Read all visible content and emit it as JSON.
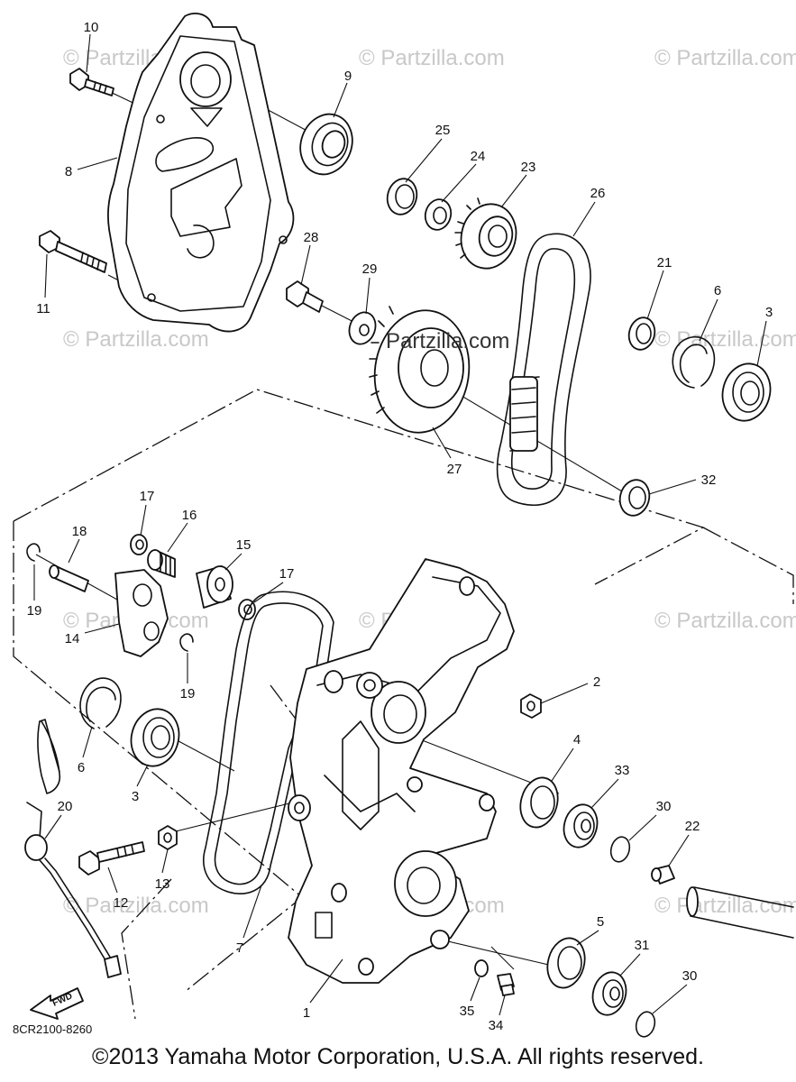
{
  "watermark": "© Partzilla.com",
  "watermark_center": "Partzilla.com",
  "diagram_code": "8CR2100-8260",
  "fwd_label": "FWD",
  "copyright": "©2013  Yamaha Motor Corporation, U.S.A. All rights reserved.",
  "callouts": {
    "c10": "10",
    "c9": "9",
    "c8": "8",
    "c11": "11",
    "c28": "28",
    "c29": "29",
    "c25": "25",
    "c24": "24",
    "c23": "23",
    "c26": "26",
    "c21": "21",
    "c6a": "6",
    "c3a": "3",
    "c27": "27",
    "c32": "32",
    "c17a": "17",
    "c16": "16",
    "c18": "18",
    "c15": "15",
    "c17b": "17",
    "c19a": "19",
    "c14": "14",
    "c19b": "19",
    "c2": "2",
    "c6b": "6",
    "c3b": "3",
    "c4": "4",
    "c33": "33",
    "c30a": "30",
    "c22": "22",
    "c20": "20",
    "c13": "13",
    "c12": "12",
    "c7": "7",
    "c5": "5",
    "c31": "31",
    "c30b": "30",
    "c1": "1",
    "c35": "35",
    "c34": "34"
  }
}
